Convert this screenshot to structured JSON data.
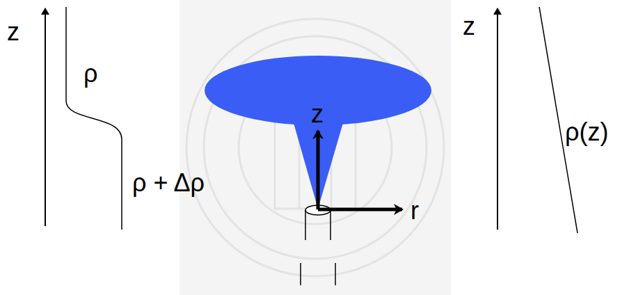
{
  "diagram": {
    "labels": [
      "z",
      "ρ",
      "ρ + Δρ",
      "z",
      "r",
      "z",
      "ρ(z)"
    ]
  }
}
